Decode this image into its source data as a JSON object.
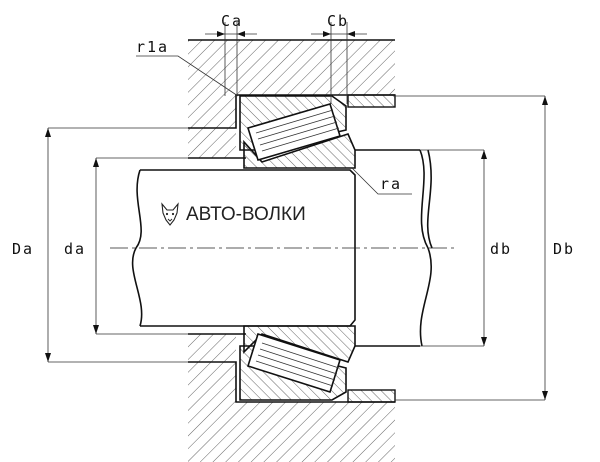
{
  "labels": {
    "ca": "Ca",
    "cb": "Cb",
    "r1a": "r1a",
    "ra": "ra",
    "Da": "Da",
    "da": "da",
    "db": "db",
    "Db": "Db"
  },
  "watermark": {
    "text": "АВТО-ВОЛКИ",
    "icon": "wolf-head-icon"
  },
  "colors": {
    "ink": "#111111",
    "background": "#ffffff"
  }
}
